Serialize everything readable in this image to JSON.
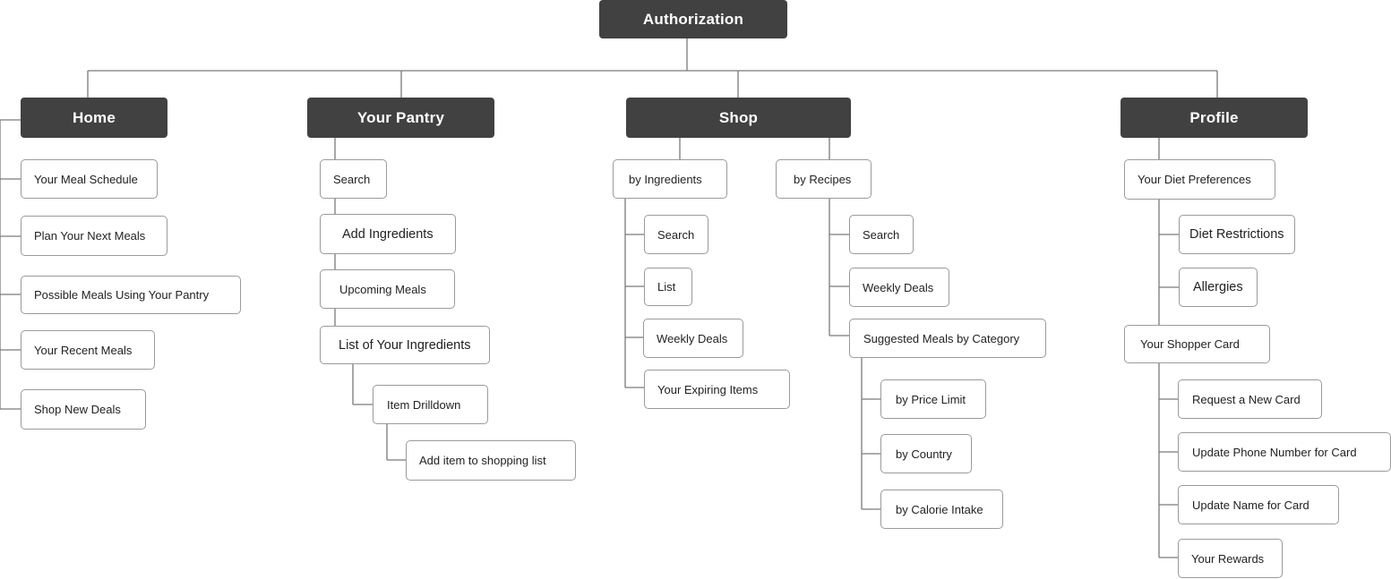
{
  "root": {
    "label": "Authorization"
  },
  "sections": {
    "home": {
      "label": "Home",
      "items": [
        "Your Meal Schedule",
        "Plan Your Next Meals",
        "Possible Meals Using Your Pantry",
        "Your Recent Meals",
        "Shop New Deals"
      ]
    },
    "pantry": {
      "label": "Your Pantry",
      "items": [
        "Search",
        "Add Ingredients",
        "Upcoming Meals",
        "List of Your Ingredients"
      ],
      "drilldown": "Item Drilldown",
      "drilldown_child": "Add item to shopping list"
    },
    "shop": {
      "label": "Shop",
      "by_ingredients": {
        "label": "by Ingredients",
        "items": [
          "Search",
          "List",
          "Weekly Deals",
          "Your Expiring Items"
        ]
      },
      "by_recipes": {
        "label": "by Recipes",
        "items": [
          "Search",
          "Weekly Deals",
          "Suggested Meals by Category"
        ],
        "categories": [
          "by Price Limit",
          "by Country",
          "by Calorie Intake"
        ]
      }
    },
    "profile": {
      "label": "Profile",
      "diet": {
        "label": "Your Diet Preferences",
        "items": [
          "Diet Restrictions",
          "Allergies"
        ]
      },
      "card": {
        "label": "Your Shopper Card",
        "items": [
          "Request a New Card",
          "Update Phone Number for Card",
          "Update Name for Card",
          "Your Rewards"
        ]
      }
    }
  },
  "colors": {
    "dark_box": "#414141",
    "connector": "#7a7a7a",
    "light_border": "#9a9a9a"
  }
}
